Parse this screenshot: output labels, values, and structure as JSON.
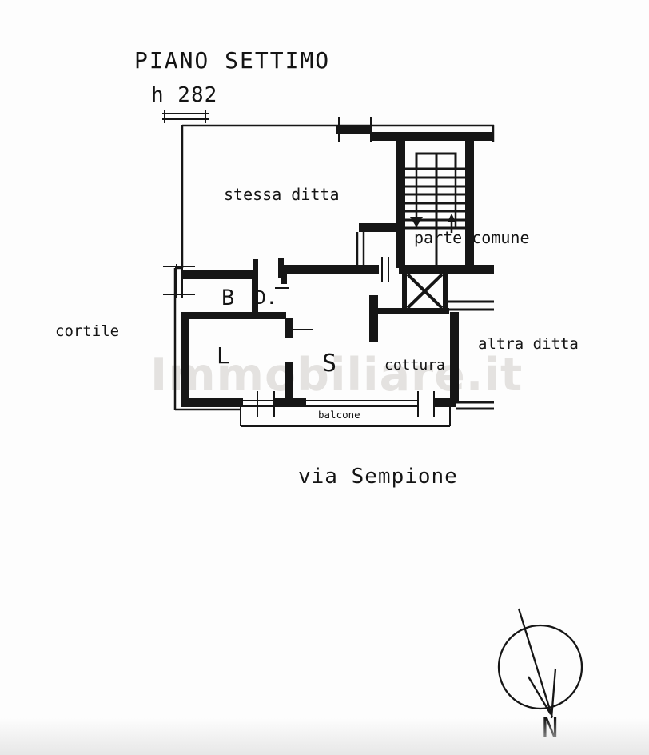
{
  "header": {
    "floor_title": "PIANO SETTIMO",
    "floor_height": "h 282"
  },
  "plan_labels": {
    "stessa_ditta": "stessa ditta",
    "parte_comune": "parte comune",
    "bagno": "B",
    "disimpegno": "D.",
    "room_l": "L",
    "room_s": "S",
    "cottura": "cottura",
    "balcone": "balcone"
  },
  "context_labels": {
    "cortile": "cortile",
    "altra_ditta": "altra ditta",
    "street": "via Sempione"
  },
  "compass": {
    "north": "N"
  },
  "watermark": {
    "text": "Immobiliare.it"
  },
  "colors": {
    "line": "#161616",
    "watermark": "#e4e2e0",
    "background": "#fdfdfd",
    "bottom_band": "#e7e7e7"
  }
}
